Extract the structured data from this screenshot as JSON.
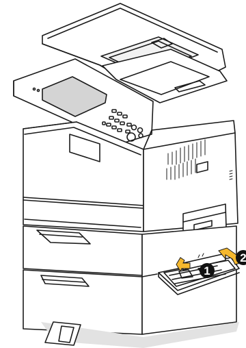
{
  "figure": {
    "subject": "multifunction-printer",
    "callouts": [
      {
        "number": "1",
        "icon": "circled-number-1"
      },
      {
        "number": "2",
        "icon": "circled-number-2"
      }
    ],
    "colors": {
      "outline": "#1a1a1a",
      "body": "#ffffff",
      "screen": "#d4d4d4",
      "shadow": "#e2e2e2",
      "arrow": "#f5b82e",
      "callout": "#111111"
    }
  }
}
